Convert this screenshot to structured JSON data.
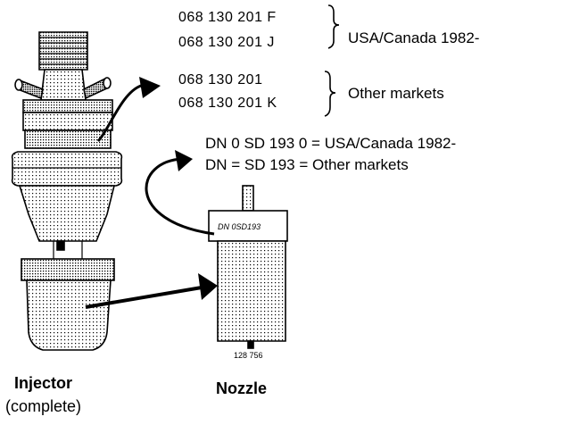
{
  "part_numbers": {
    "usa_canada": [
      "068 130 201 F",
      "068 130 201 J"
    ],
    "other": [
      "068 130 201",
      "068 130 201 K"
    ]
  },
  "markets": {
    "usa_canada": "USA/Canada 1982-",
    "other": "Other markets"
  },
  "dn_codes": {
    "line1": "DN 0 SD 193 0 = USA/Canada 1982-",
    "line2": "DN = SD 193 = Other markets"
  },
  "nozzle_stamp": "DN 0SD193",
  "figure_number": "128 756",
  "captions": {
    "injector_title": "Injector",
    "injector_sub": "(complete)",
    "nozzle": "Nozzle"
  }
}
